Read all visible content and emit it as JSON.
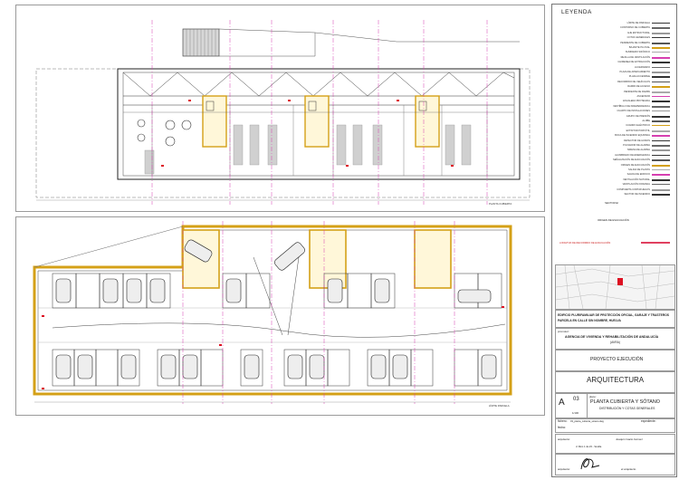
{
  "upper_plan": {
    "caption": "PLANTA CUBIERTA"
  },
  "lower_plan": {
    "dim_label": "LÍMITE PARCELA"
  },
  "title_block": {
    "legend_title": "LEYENDA",
    "legend_items": [
      "LÍMITE DE PARCELA",
      "CONTORNO DE CUBIERTA",
      "EJE ESTRUCTURAL",
      "COTAS GENERALES",
      "PENDIENTE DE CUBIERTA",
      "BAJANTE PLUVIAL",
      "SUMIDERO SIFÓNICO",
      "REJILLA DE VENTILACIÓN",
      "CHIMENEA DE EXTRACCIÓN",
      "LUCERNARIO",
      "PLAZA DE APARCAMIENTO",
      "PLAZA ACCESIBLE",
      "RECORRIDO DE VEHÍCULOS",
      "RAMPA DE ACCESO",
      "PENDIENTE DE RAMPA",
      "ASCENSOR",
      "ESCALERA PROTEGIDA",
      "VESTÍBULO DE INDEPENDENCIA",
      "CUARTO DE INSTALACIONES",
      "GRUPO DE PRESIÓN",
      "ALJIBE",
      "CUADRO ELÉCTRICO",
      "EXTINTOR PORTÁTIL",
      "BOCA DE INCENDIO EQUIPADA",
      "DETECTOR DE HUMOS",
      "PULSADOR DE ALARMA",
      "SIRENA DE ALARMA",
      "ALUMBRADO DE EMERGENCIA",
      "SEÑALIZACIÓN DE EVACUACIÓN",
      "ORIGEN DE EVACUACIÓN",
      "SALIDA DE PLANTA",
      "SALIDA DE EDIFICIO",
      "VENTILACIÓN NATURAL",
      "VENTILACIÓN FORZADA",
      "COMPUERTA CORTAFUEGOS",
      "SECTOR DE INCENDIO"
    ],
    "legend_sub1": "SECTOR EI",
    "legend_sub2": "ORIGEN DE EVACUACIÓN",
    "red_label": "LONGITUD DE RECORRIDO DE EVACUACIÓN",
    "project_desc": "EDIFICIO PLURIFAMILIAR DE PROTECCIÓN OFICIAL, GARAJE Y TRASTEROS",
    "project_desc2": "PARCELA EN CALLE SIN NOMBRE, HUELVA",
    "promoter_label": "promotor:",
    "promoter": "AGENCIA DE VIVIENDA Y REHABILITACIÓN DE ANDALUCÍA",
    "promoter_sub": "(AVRA)",
    "phase": "PROYECTO EJECUCIÓN",
    "discipline": "ARQUITECTURA",
    "sheet_letter": "A",
    "sheet_num": "03",
    "plan_label": "plano:",
    "plan_title": "PLANTA CUBIERTA Y SÓTANO",
    "plan_subtitle": "DISTRIBUCIÓN Y COTAS GENERALES",
    "scale": "1/100",
    "fichero_label": "fichero:",
    "fichero": "03_planta_cubierta_sotano.dwg",
    "fecha_label": "fecha:",
    "expediente_label": "expediente:",
    "architect_label": "arquitecto:",
    "architect": "Joaquín Gacio Gómez",
    "address": "c/ Rico 1 de 23 - Sevilla",
    "signature_label": "arquitecto:",
    "signature_note": "el arquitecto"
  }
}
